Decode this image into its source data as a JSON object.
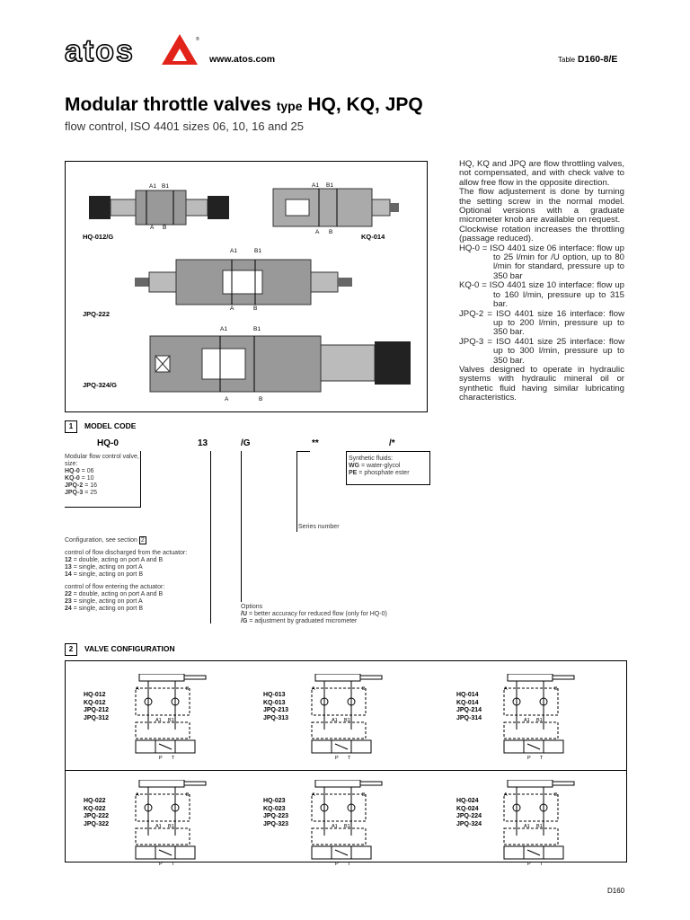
{
  "header": {
    "logo": "atos",
    "url": "www.atos.com",
    "table_prefix": "Table",
    "table_id": "D160-8/E"
  },
  "title": {
    "main": "Modular throttle valves",
    "type_word": "type",
    "types": "HQ, KQ, JPQ",
    "subtitle": "flow control, ISO 4401 sizes 06, 10, 16 and 25"
  },
  "description": {
    "intro": "HQ, KQ and JPQ are flow throttling valves, not compensated, and with check valve to allow free flow in the opposite direction.",
    "adjust": "The flow adjustement is done by turning the setting screw in the normal model. Optional versions with a graduate micrometer knob are available on request.",
    "rotation": "Clockwise rotation increases the throttling (passage reduced).",
    "items": [
      "HQ-0 = ISO 4401 size 06 interface: flow up to 25 l/min for /U option, up to 80 l/min for standard, pressure up to 350 bar",
      "KQ-0 = ISO 4401 size 10 interface: flow up to 160 l/min, pressure up to 315 bar.",
      "JPQ-2 = ISO 4401 size 16 interface: flow up to 200 l/min, pressure up to 350 bar.",
      "JPQ-3 = ISO 4401 size 25 interface: flow up to 300 l/min, pressure up to 350 bar."
    ],
    "outro": "Valves designed to operate in hydraulic systems with hydraulic mineral oil or synthetic fluid having similar lubricating characteristics."
  },
  "drawings": {
    "hq": "HQ-012/G",
    "kq": "KQ-014",
    "jpq2": "JPQ-222",
    "jpq3": "JPQ-324/G",
    "a1": "A1",
    "b1": "B1",
    "a": "A",
    "b": "B"
  },
  "model_code": {
    "num": "1",
    "title": "MODEL CODE",
    "tokens": [
      "HQ-0",
      "13",
      "/G",
      "**",
      "/*"
    ],
    "size_block": {
      "head": "Modular flow control valve, size:",
      "rows": [
        {
          "k": "HQ-0",
          "v": "= 06"
        },
        {
          "k": "KQ-0",
          "v": "= 10"
        },
        {
          "k": "JPQ-2",
          "v": "= 16"
        },
        {
          "k": "JPQ-3",
          "v": "= 25"
        }
      ]
    },
    "config_head": "Configuration, see section",
    "config_ref": "2",
    "discharged_head": "control of flow  discharged from the actuator:",
    "discharged": [
      {
        "k": "12",
        "v": "= double, acting on port A and B"
      },
      {
        "k": "13",
        "v": "= single, acting on port A"
      },
      {
        "k": "14",
        "v": "= single, acting on port B"
      }
    ],
    "entering_head": "control of flow  entering the actuator:",
    "entering": [
      {
        "k": "22",
        "v": "= double, acting on port A and B"
      },
      {
        "k": "23",
        "v": "= single, acting on port A"
      },
      {
        "k": "24",
        "v": "= single, acting on port B"
      }
    ],
    "options_head": "Options",
    "options": [
      {
        "k": "/U",
        "v": "= better accuracy for reduced flow (only for HQ-0)"
      },
      {
        "k": "/G",
        "v": "= adjustment by graduated micrometer"
      }
    ],
    "series": "Series number",
    "fluids_head": "Synthetic fluids:",
    "fluids": [
      {
        "k": "WG",
        "v": "= water-glycol"
      },
      {
        "k": "PE",
        "v": "= phosphate ester"
      }
    ]
  },
  "valve_config": {
    "num": "2",
    "title": "VALVE CONFIGURATION",
    "groups": [
      [
        "HQ-012",
        "KQ-012",
        "JPQ-212",
        "JPQ-312"
      ],
      [
        "HQ-013",
        "KQ-013",
        "JPQ-213",
        "JPQ-313"
      ],
      [
        "HQ-014",
        "KQ-014",
        "JPQ-214",
        "JPQ-314"
      ],
      [
        "HQ-022",
        "KQ-022",
        "JPQ-222",
        "JPQ-322"
      ],
      [
        "HQ-023",
        "KQ-023",
        "JPQ-223",
        "JPQ-323"
      ],
      [
        "HQ-024",
        "KQ-024",
        "JPQ-224",
        "JPQ-324"
      ]
    ],
    "port_a": "A",
    "port_b": "B",
    "port_a1": "A1",
    "port_b1": "B1",
    "port_p": "P",
    "port_t": "T"
  },
  "footer": {
    "code": "D160"
  }
}
